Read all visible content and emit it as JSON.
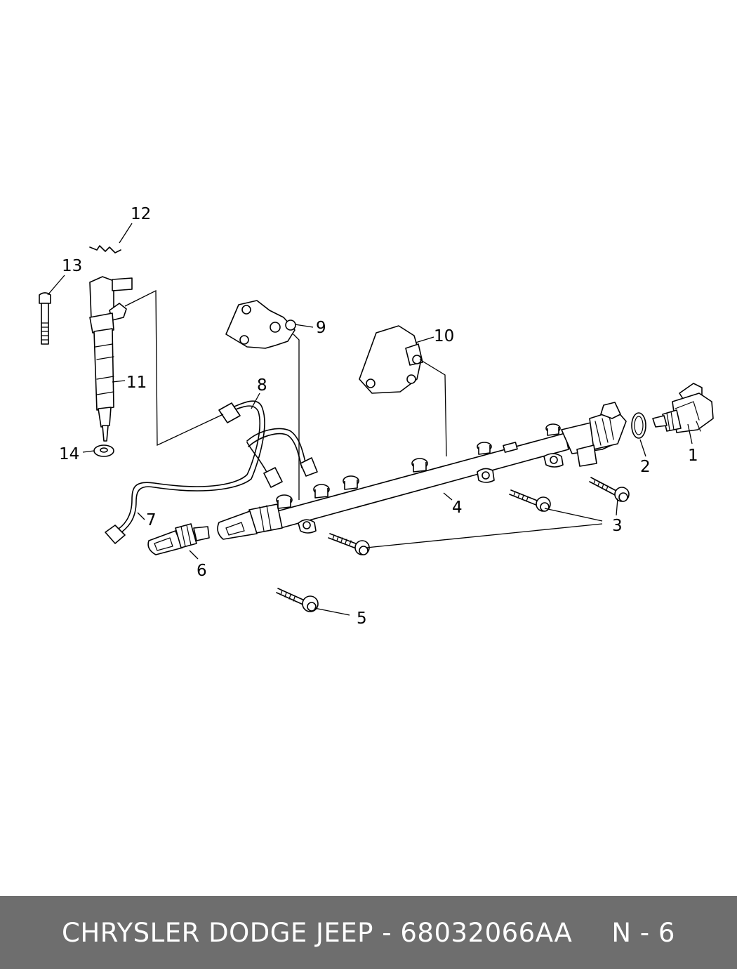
{
  "diagram": {
    "callouts": [
      "1",
      "2",
      "3",
      "4",
      "5",
      "6",
      "7",
      "8",
      "9",
      "10",
      "11",
      "12",
      "13",
      "14"
    ]
  },
  "footer": {
    "part_text": "CHRYSLER DODGE JEEP - 68032066AA",
    "page_code": "N - 6"
  },
  "colors": {
    "footer_background": "#6e6e6e",
    "footer_text": "#ffffff",
    "line_art": "#000000"
  }
}
